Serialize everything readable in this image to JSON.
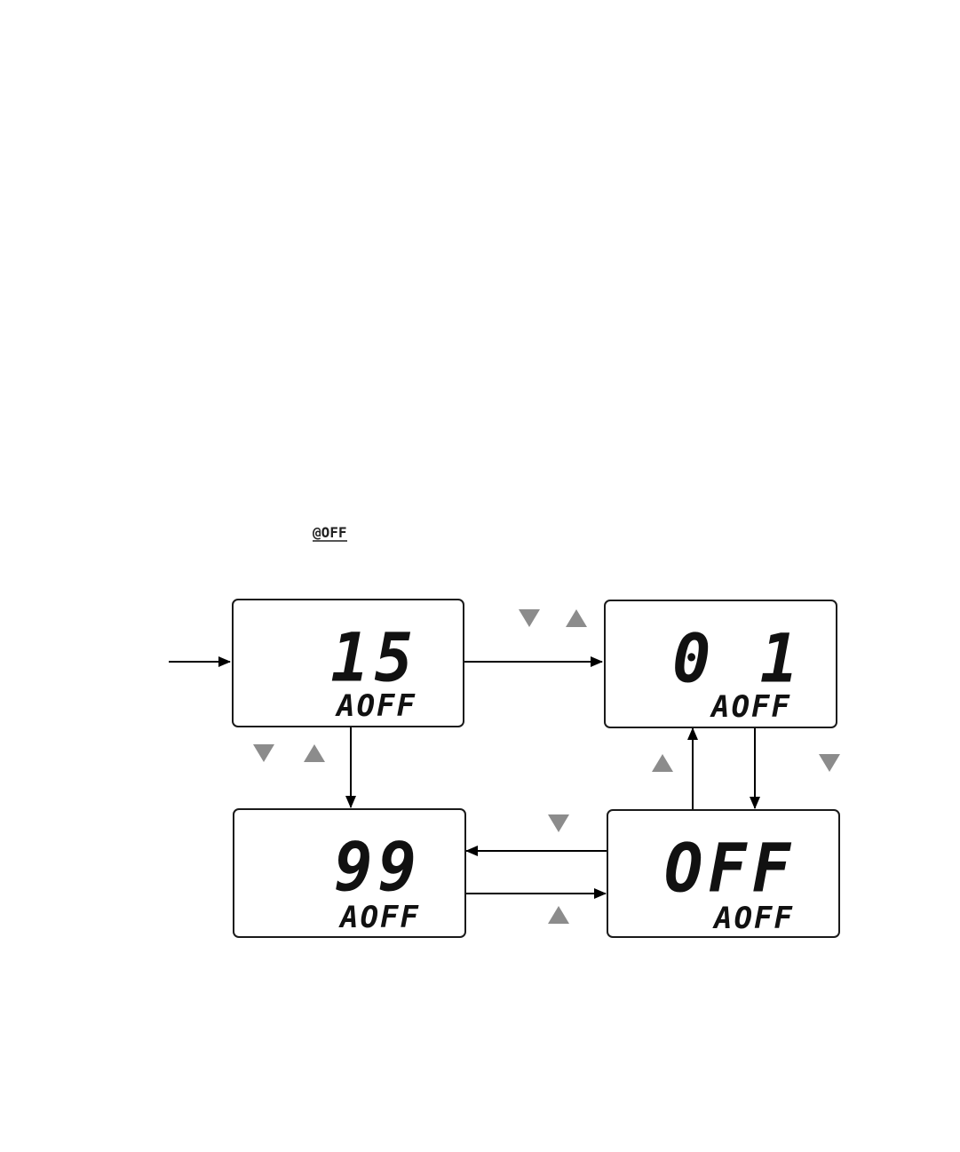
{
  "header_icon": {
    "icon_text": "@OFF",
    "icon": "auto-off-icon"
  },
  "displays": {
    "d15": {
      "value": "15",
      "label": "AOFF"
    },
    "d01": {
      "value": "0 1",
      "label": "AOFF"
    },
    "d99": {
      "value": "99",
      "label": "AOFF"
    },
    "doff": {
      "value": "OFF",
      "label": "AOFF"
    }
  },
  "key_icons": {
    "down": "down-arrow-key-icon",
    "up": "up-arrow-key-icon"
  },
  "colors": {
    "line": "#000000",
    "key": "#8c8c8c",
    "lcd_border": "#1a1a1a"
  }
}
